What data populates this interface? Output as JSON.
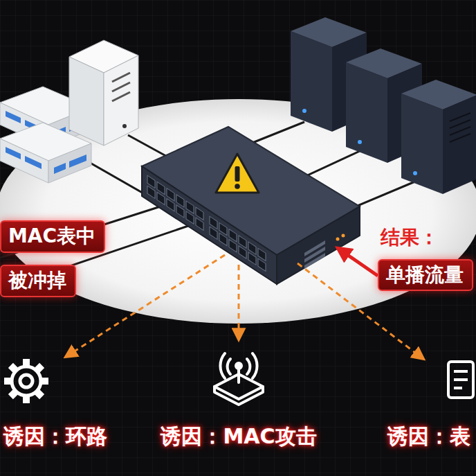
{
  "diagram": {
    "nodes": [
      {
        "text": [
          "MAC表中"
        ]
      },
      {
        "text": [
          "被冲掉"
        ]
      },
      {
        "text": [
          "结果：",
          "单播流量"
        ]
      }
    ],
    "labels": [
      "诱因：环路",
      "诱因：MAC攻击",
      "诱因：表"
    ]
  }
}
